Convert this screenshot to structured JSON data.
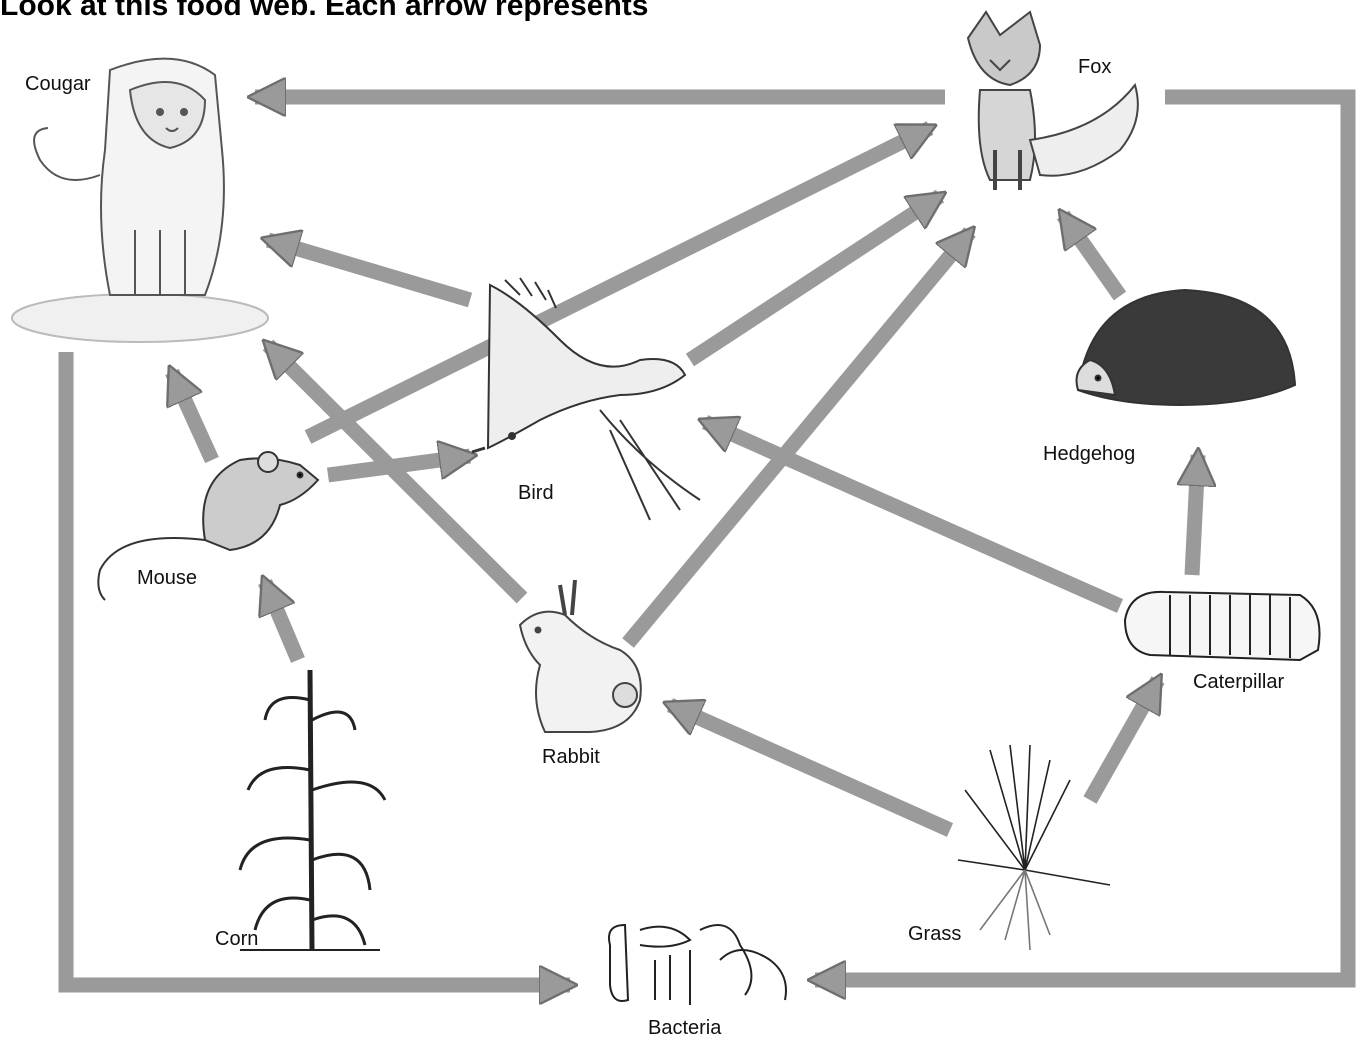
{
  "header": {
    "text": "Look at this food web. Each arrow represents"
  },
  "organisms": {
    "cougar": "Cougar",
    "fox": "Fox",
    "bird": "Bird",
    "hedgehog": "Hedgehog",
    "mouse": "Mouse",
    "rabbit": "Rabbit",
    "caterpillar": "Caterpillar",
    "corn": "Corn",
    "grass": "Grass",
    "bacteria": "Bacteria"
  },
  "arrows": [
    {
      "from": "Fox",
      "to": "Cougar"
    },
    {
      "from": "Bird",
      "to": "Cougar"
    },
    {
      "from": "Mouse",
      "to": "Cougar"
    },
    {
      "from": "Rabbit",
      "to": "Cougar"
    },
    {
      "from": "Mouse",
      "to": "Fox"
    },
    {
      "from": "Bird",
      "to": "Fox"
    },
    {
      "from": "Rabbit",
      "to": "Fox"
    },
    {
      "from": "Hedgehog",
      "to": "Fox"
    },
    {
      "from": "Mouse",
      "to": "Bird"
    },
    {
      "from": "Caterpillar",
      "to": "Bird"
    },
    {
      "from": "Corn",
      "to": "Mouse"
    },
    {
      "from": "Grass",
      "to": "Rabbit"
    },
    {
      "from": "Grass",
      "to": "Caterpillar"
    },
    {
      "from": "Caterpillar",
      "to": "Hedgehog"
    },
    {
      "from": "Cougar",
      "to": "Bacteria"
    },
    {
      "from": "Fox",
      "to": "Bacteria"
    }
  ],
  "colors": {
    "arrow": "#9a9a9a",
    "arrow_edge": "#6e6e6e",
    "ink": "#222222"
  }
}
